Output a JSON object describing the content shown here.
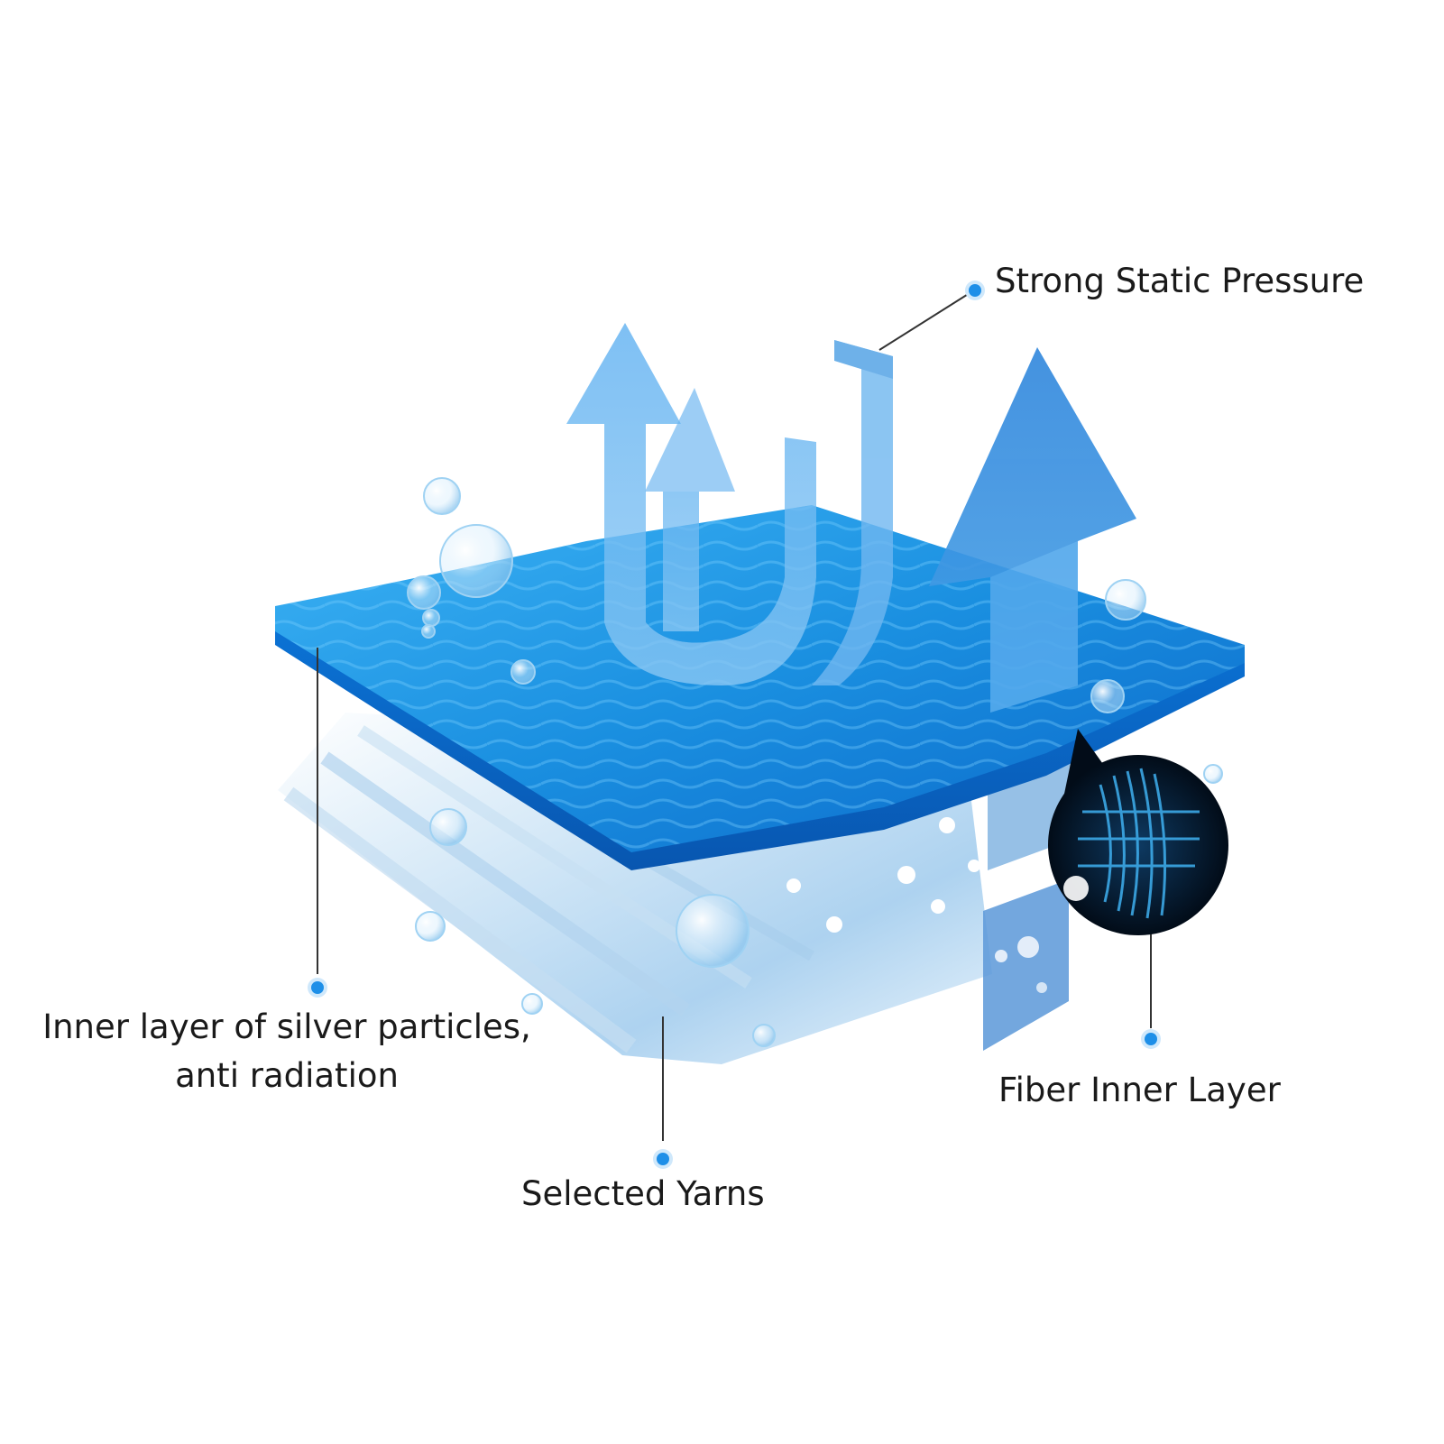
{
  "labels": {
    "strong_static_pressure": "Strong Static Pressure",
    "inner_silver_line1": "Inner layer of silver particles,",
    "inner_silver_line2": "anti radiation",
    "selected_yarns": "Selected Yarns",
    "fiber_inner_layer": "Fiber Inner Layer"
  },
  "colors": {
    "water_dark": "#0a6fd0",
    "water_light": "#3fb0f0",
    "arrow_blue": "#4aa3e8",
    "arrow_dark": "#1e7ad6",
    "marker_dot": "#1e8fe8",
    "leader_line": "#333333",
    "yarn_layer": "#dcecf8"
  },
  "icons": [
    "water-droplet-icon",
    "up-arrow-icon",
    "u-turn-arrow-icon",
    "magnifier-circle-icon",
    "marker-dot-icon"
  ]
}
